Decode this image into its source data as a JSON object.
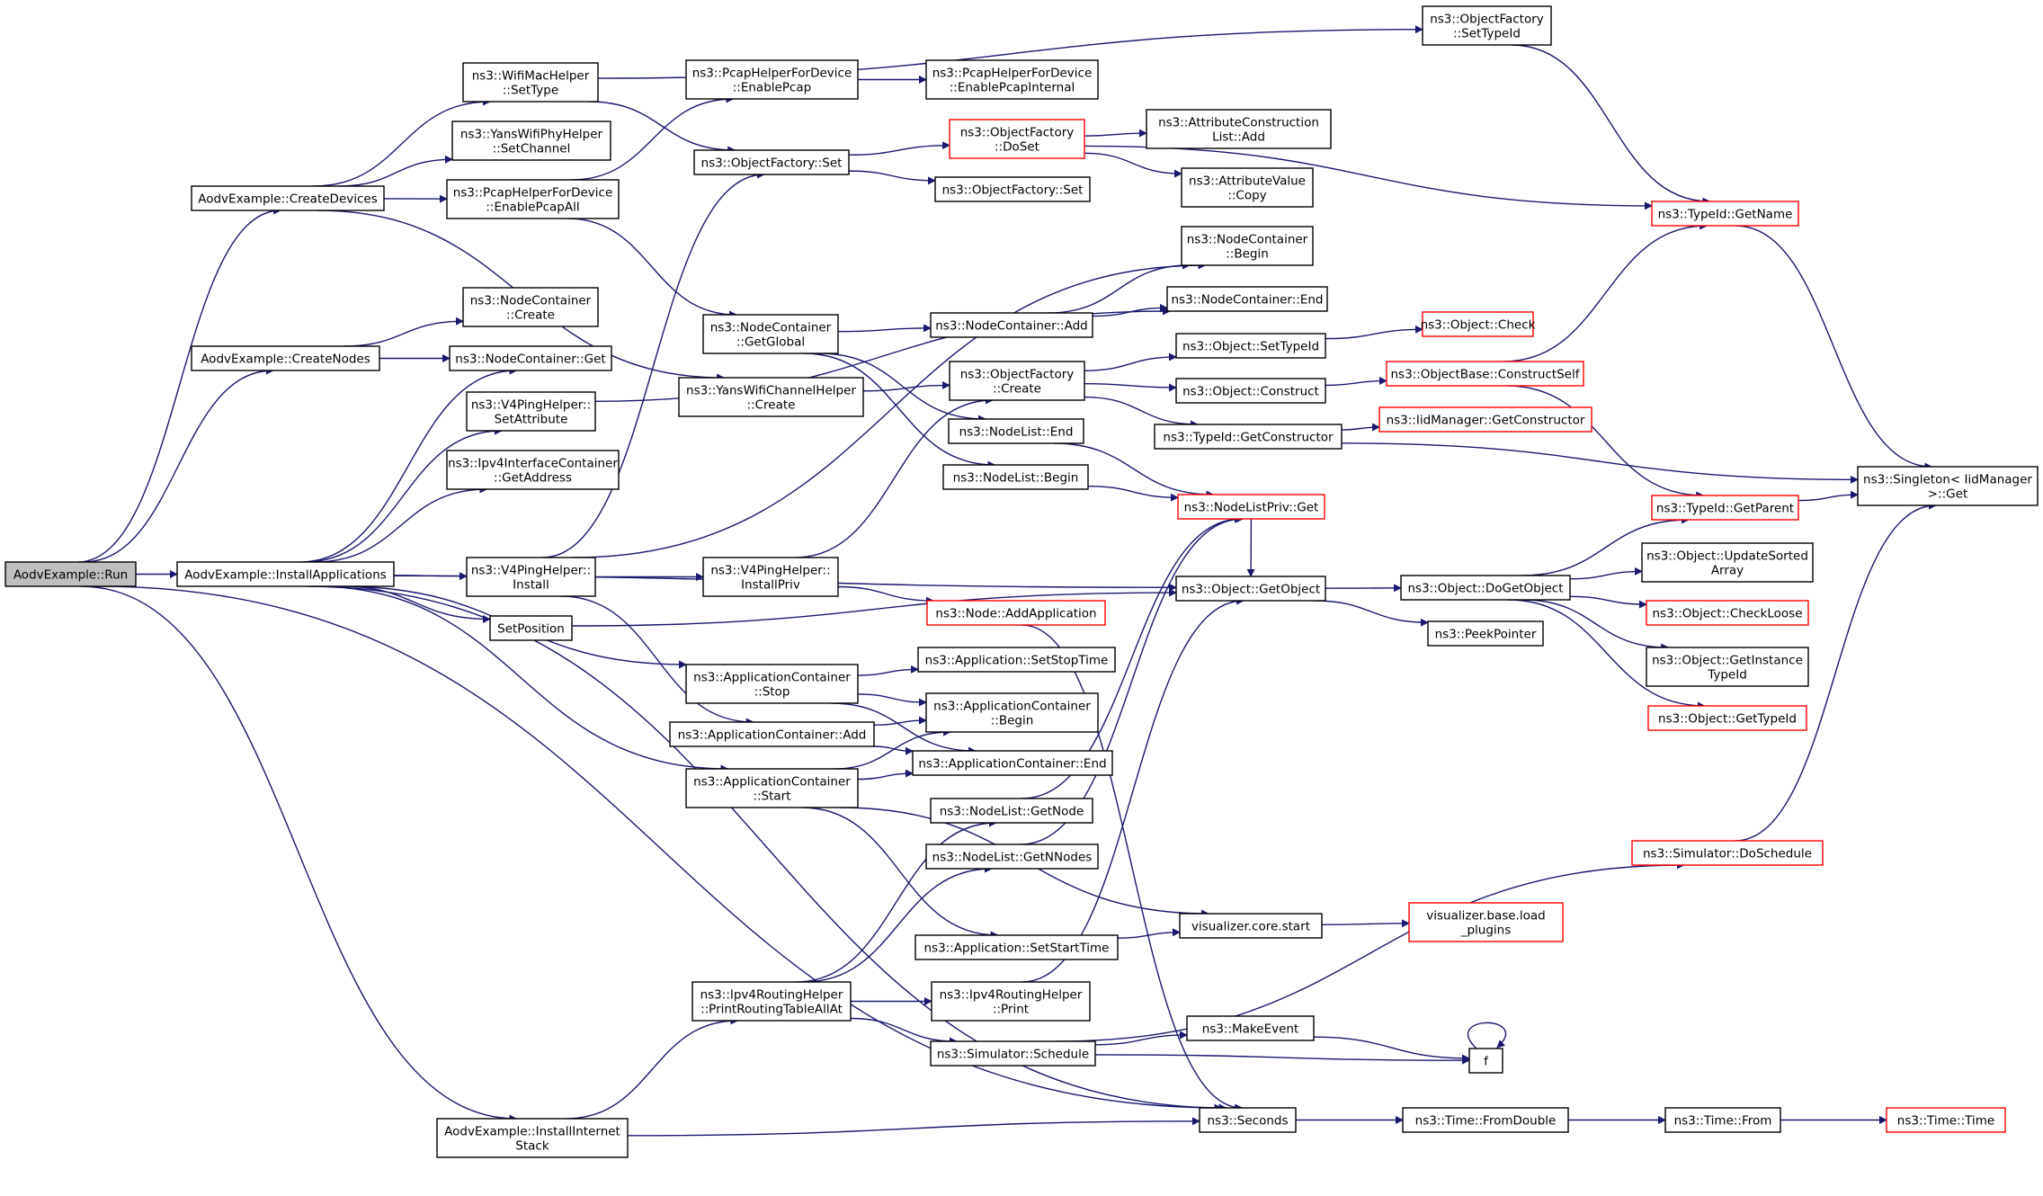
{
  "colors": {
    "edge": "#191970",
    "node_border": "#000000",
    "node_border_truncated": "#ff0000",
    "root_fill": "#bfbfbf",
    "node_fill": "#ffffff"
  },
  "nodes": [
    {
      "id": "run",
      "lines": [
        "AodvExample::Run"
      ],
      "root": true
    },
    {
      "id": "createDevices",
      "lines": [
        "AodvExample::CreateDevices"
      ]
    },
    {
      "id": "createNodes",
      "lines": [
        "AodvExample::CreateNodes"
      ]
    },
    {
      "id": "installApps",
      "lines": [
        "AodvExample::InstallApplications"
      ]
    },
    {
      "id": "installInet",
      "lines": [
        "AodvExample::InstallInternet",
        "Stack"
      ]
    },
    {
      "id": "wifiMacSetType",
      "lines": [
        "ns3::WifiMacHelper",
        "::SetType"
      ]
    },
    {
      "id": "yansPhySetChannel",
      "lines": [
        "ns3::YansWifiPhyHelper",
        "::SetChannel"
      ]
    },
    {
      "id": "pcapEnableAll",
      "lines": [
        "ns3::PcapHelperForDevice",
        "::EnablePcapAll"
      ]
    },
    {
      "id": "ncCreate",
      "lines": [
        "ns3::NodeContainer",
        "::Create"
      ]
    },
    {
      "id": "ncGet",
      "lines": [
        "ns3::NodeContainer::Get"
      ]
    },
    {
      "id": "v4SetAttr",
      "lines": [
        "ns3::V4PingHelper::",
        "SetAttribute"
      ]
    },
    {
      "id": "ipv4IfGetAddr",
      "lines": [
        "ns3::Ipv4InterfaceContainer",
        "::GetAddress"
      ]
    },
    {
      "id": "v4Install",
      "lines": [
        "ns3::V4PingHelper::",
        "Install"
      ]
    },
    {
      "id": "setPosition",
      "lines": [
        "SetPosition"
      ]
    },
    {
      "id": "pcapEnable",
      "lines": [
        "ns3::PcapHelperForDevice",
        "::EnablePcap"
      ]
    },
    {
      "id": "pcapEnableInternal",
      "lines": [
        "ns3::PcapHelperForDevice",
        "::EnablePcapInternal"
      ]
    },
    {
      "id": "ofSet",
      "lines": [
        "ns3::ObjectFactory::Set"
      ]
    },
    {
      "id": "ncGetGlobal",
      "lines": [
        "ns3::NodeContainer",
        "::GetGlobal"
      ]
    },
    {
      "id": "yansChanCreate",
      "lines": [
        "ns3::YansWifiChannelHelper",
        "::Create"
      ]
    },
    {
      "id": "v4InstallPriv",
      "lines": [
        "ns3::V4PingHelper::",
        "InstallPriv"
      ]
    },
    {
      "id": "acStop",
      "lines": [
        "ns3::ApplicationContainer",
        "::Stop"
      ]
    },
    {
      "id": "acAdd",
      "lines": [
        "ns3::ApplicationContainer::Add"
      ]
    },
    {
      "id": "acStart",
      "lines": [
        "ns3::ApplicationContainer",
        "::Start"
      ]
    },
    {
      "id": "ipv4PrintAll",
      "lines": [
        "ns3::Ipv4RoutingHelper",
        "::PrintRoutingTableAllAt"
      ]
    },
    {
      "id": "ofDoSet",
      "lines": [
        "ns3::ObjectFactory",
        "::DoSet"
      ],
      "truncated": true
    },
    {
      "id": "ofSet2",
      "lines": [
        "ns3::ObjectFactory::Set"
      ]
    },
    {
      "id": "ncAdd",
      "lines": [
        "ns3::NodeContainer::Add"
      ]
    },
    {
      "id": "ofCreate",
      "lines": [
        "ns3::ObjectFactory",
        "::Create"
      ]
    },
    {
      "id": "nlEnd",
      "lines": [
        "ns3::NodeList::End"
      ]
    },
    {
      "id": "nlBegin",
      "lines": [
        "ns3::NodeList::Begin"
      ]
    },
    {
      "id": "nodeAddApp",
      "lines": [
        "ns3::Node::AddApplication"
      ],
      "truncated": true
    },
    {
      "id": "appSetStop",
      "lines": [
        "ns3::Application::SetStopTime"
      ]
    },
    {
      "id": "acBegin",
      "lines": [
        "ns3::ApplicationContainer",
        "::Begin"
      ]
    },
    {
      "id": "acEnd",
      "lines": [
        "ns3::ApplicationContainer::End"
      ]
    },
    {
      "id": "nlGetNode",
      "lines": [
        "ns3::NodeList::GetNode"
      ]
    },
    {
      "id": "nlGetNNodes",
      "lines": [
        "ns3::NodeList::GetNNodes"
      ]
    },
    {
      "id": "appSetStart",
      "lines": [
        "ns3::Application::SetStartTime"
      ]
    },
    {
      "id": "ipv4Print",
      "lines": [
        "ns3::Ipv4RoutingHelper",
        "::Print"
      ]
    },
    {
      "id": "simSchedule",
      "lines": [
        "ns3::Simulator::Schedule"
      ]
    },
    {
      "id": "ofSetTypeId",
      "lines": [
        "ns3::ObjectFactory",
        "::SetTypeId"
      ]
    },
    {
      "id": "attrConsAdd",
      "lines": [
        "ns3::AttributeConstruction",
        "List::Add"
      ]
    },
    {
      "id": "attrValCopy",
      "lines": [
        "ns3::AttributeValue",
        "::Copy"
      ]
    },
    {
      "id": "ncBegin",
      "lines": [
        "ns3::NodeContainer",
        "::Begin"
      ]
    },
    {
      "id": "ncEnd",
      "lines": [
        "ns3::NodeContainer::End"
      ]
    },
    {
      "id": "objSetTypeId",
      "lines": [
        "ns3::Object::SetTypeId"
      ]
    },
    {
      "id": "objConstruct",
      "lines": [
        "ns3::Object::Construct"
      ]
    },
    {
      "id": "typeIdGetCons",
      "lines": [
        "ns3::TypeId::GetConstructor"
      ]
    },
    {
      "id": "nlPrivGet",
      "lines": [
        "ns3::NodeListPriv::Get"
      ],
      "truncated": true
    },
    {
      "id": "objGetObject",
      "lines": [
        "ns3::Object::GetObject"
      ]
    },
    {
      "id": "vizStart",
      "lines": [
        "visualizer.core.start"
      ]
    },
    {
      "id": "makeEvent",
      "lines": [
        "ns3::MakeEvent"
      ]
    },
    {
      "id": "seconds",
      "lines": [
        "ns3::Seconds"
      ]
    },
    {
      "id": "objCheck",
      "lines": [
        "ns3::Object::Check"
      ],
      "truncated": true
    },
    {
      "id": "objBaseCons",
      "lines": [
        "ns3::ObjectBase::ConstructSelf"
      ],
      "truncated": true
    },
    {
      "id": "iidGetCons",
      "lines": [
        "ns3::IidManager::GetConstructor"
      ],
      "truncated": true
    },
    {
      "id": "objDoGetObject",
      "lines": [
        "ns3::Object::DoGetObject"
      ]
    },
    {
      "id": "peekPointer",
      "lines": [
        "ns3::PeekPointer"
      ]
    },
    {
      "id": "vizLoadPlugins",
      "lines": [
        "visualizer.base.load",
        "_plugins"
      ],
      "truncated": true
    },
    {
      "id": "f",
      "lines": [
        "f"
      ]
    },
    {
      "id": "timeFromDouble",
      "lines": [
        "ns3::Time::FromDouble"
      ]
    },
    {
      "id": "typeIdGetName",
      "lines": [
        "ns3::TypeId::GetName"
      ],
      "truncated": true
    },
    {
      "id": "typeIdGetParent",
      "lines": [
        "ns3::TypeId::GetParent"
      ],
      "truncated": true
    },
    {
      "id": "objUpdSorted",
      "lines": [
        "ns3::Object::UpdateSorted",
        "Array"
      ]
    },
    {
      "id": "objCheckLoose",
      "lines": [
        "ns3::Object::CheckLoose"
      ],
      "truncated": true
    },
    {
      "id": "objGetInstTid",
      "lines": [
        "ns3::Object::GetInstance",
        "TypeId"
      ]
    },
    {
      "id": "objGetTypeId",
      "lines": [
        "ns3::Object::GetTypeId"
      ],
      "truncated": true
    },
    {
      "id": "simDoSchedule",
      "lines": [
        "ns3::Simulator::DoSchedule"
      ],
      "truncated": true
    },
    {
      "id": "timeFrom",
      "lines": [
        "ns3::Time::From"
      ]
    },
    {
      "id": "singletonGet",
      "lines": [
        "ns3::Singleton< IidManager",
        ">::Get"
      ]
    },
    {
      "id": "timeTime",
      "lines": [
        "ns3::Time::Time"
      ],
      "truncated": true
    }
  ],
  "edges": [
    [
      "run",
      "createDevices"
    ],
    [
      "run",
      "createNodes"
    ],
    [
      "run",
      "installApps"
    ],
    [
      "run",
      "installInet"
    ],
    [
      "run",
      "seconds"
    ],
    [
      "createDevices",
      "wifiMacSetType"
    ],
    [
      "createDevices",
      "yansPhySetChannel"
    ],
    [
      "createDevices",
      "pcapEnableAll"
    ],
    [
      "createDevices",
      "yansChanCreate"
    ],
    [
      "createNodes",
      "ncCreate"
    ],
    [
      "createNodes",
      "ncGet"
    ],
    [
      "installApps",
      "ncGet"
    ],
    [
      "installApps",
      "v4SetAttr"
    ],
    [
      "installApps",
      "ipv4IfGetAddr"
    ],
    [
      "installApps",
      "v4Install"
    ],
    [
      "installApps",
      "setPosition"
    ],
    [
      "installApps",
      "acStop"
    ],
    [
      "installApps",
      "acStart"
    ],
    [
      "installApps",
      "objGetObject"
    ],
    [
      "installApps",
      "seconds"
    ],
    [
      "installInet",
      "ipv4PrintAll"
    ],
    [
      "installInet",
      "seconds"
    ],
    [
      "wifiMacSetType",
      "ofSetTypeId"
    ],
    [
      "wifiMacSetType",
      "ofSet"
    ],
    [
      "pcapEnableAll",
      "pcapEnable"
    ],
    [
      "pcapEnableAll",
      "ncGetGlobal"
    ],
    [
      "pcapEnable",
      "pcapEnableInternal"
    ],
    [
      "v4SetAttr",
      "ncEnd"
    ],
    [
      "v4Install",
      "ofSet"
    ],
    [
      "v4Install",
      "ncBegin"
    ],
    [
      "v4Install",
      "v4InstallPriv"
    ],
    [
      "v4Install",
      "acAdd"
    ],
    [
      "setPosition",
      "objGetObject"
    ],
    [
      "ofSet",
      "ofDoSet"
    ],
    [
      "ofSet",
      "ofSet2"
    ],
    [
      "ofDoSet",
      "typeIdGetName"
    ],
    [
      "ofDoSet",
      "attrConsAdd"
    ],
    [
      "ofDoSet",
      "attrValCopy"
    ],
    [
      "ncGetGlobal",
      "ncAdd"
    ],
    [
      "ncGetGlobal",
      "nlEnd"
    ],
    [
      "ncGetGlobal",
      "nlBegin"
    ],
    [
      "ncAdd",
      "ncBegin"
    ],
    [
      "ncAdd",
      "ncEnd"
    ],
    [
      "yansChanCreate",
      "ofCreate"
    ],
    [
      "v4InstallPriv",
      "ofCreate"
    ],
    [
      "v4InstallPriv",
      "nodeAddApp"
    ],
    [
      "ofCreate",
      "objSetTypeId"
    ],
    [
      "ofCreate",
      "objConstruct"
    ],
    [
      "ofCreate",
      "typeIdGetCons"
    ],
    [
      "nlEnd",
      "nlPrivGet"
    ],
    [
      "nlBegin",
      "nlPrivGet"
    ],
    [
      "nodeAddApp",
      "seconds"
    ],
    [
      "acStop",
      "appSetStop"
    ],
    [
      "acStop",
      "acBegin"
    ],
    [
      "acStop",
      "acEnd"
    ],
    [
      "acAdd",
      "acBegin"
    ],
    [
      "acAdd",
      "acEnd"
    ],
    [
      "acStart",
      "acBegin"
    ],
    [
      "acStart",
      "acEnd"
    ],
    [
      "acStart",
      "appSetStart"
    ],
    [
      "acStart",
      "vizStart"
    ],
    [
      "ipv4PrintAll",
      "nlGetNode"
    ],
    [
      "ipv4PrintAll",
      "nlGetNNodes"
    ],
    [
      "ipv4PrintAll",
      "ipv4Print"
    ],
    [
      "ipv4PrintAll",
      "simSchedule"
    ],
    [
      "nlGetNode",
      "nlPrivGet"
    ],
    [
      "nlGetNNodes",
      "nlPrivGet"
    ],
    [
      "appSetStart",
      "vizStart"
    ],
    [
      "ipv4Print",
      "objGetObject"
    ],
    [
      "simSchedule",
      "makeEvent"
    ],
    [
      "simSchedule",
      "f"
    ],
    [
      "simSchedule",
      "simDoSchedule"
    ],
    [
      "makeEvent",
      "f"
    ],
    [
      "f",
      "f"
    ],
    [
      "vizStart",
      "vizLoadPlugins"
    ],
    [
      "seconds",
      "timeFromDouble"
    ],
    [
      "timeFromDouble",
      "timeFrom"
    ],
    [
      "timeFrom",
      "timeTime"
    ],
    [
      "ofSetTypeId",
      "typeIdGetName"
    ],
    [
      "objSetTypeId",
      "objCheck"
    ],
    [
      "objConstruct",
      "objBaseCons"
    ],
    [
      "typeIdGetCons",
      "iidGetCons"
    ],
    [
      "typeIdGetCons",
      "singletonGet"
    ],
    [
      "objBaseCons",
      "typeIdGetName"
    ],
    [
      "objBaseCons",
      "typeIdGetParent"
    ],
    [
      "nlPrivGet",
      "objGetObject"
    ],
    [
      "objGetObject",
      "objDoGetObject"
    ],
    [
      "objGetObject",
      "peekPointer"
    ],
    [
      "objDoGetObject",
      "typeIdGetParent"
    ],
    [
      "objDoGetObject",
      "objUpdSorted"
    ],
    [
      "objDoGetObject",
      "objCheckLoose"
    ],
    [
      "objDoGetObject",
      "objGetInstTid"
    ],
    [
      "objDoGetObject",
      "objGetTypeId"
    ],
    [
      "typeIdGetName",
      "singletonGet"
    ],
    [
      "typeIdGetParent",
      "singletonGet"
    ],
    [
      "simDoSchedule",
      "singletonGet"
    ]
  ]
}
